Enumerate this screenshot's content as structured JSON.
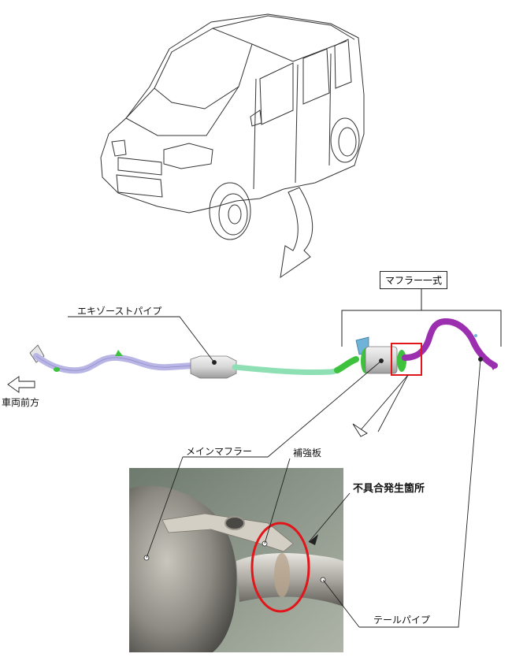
{
  "labels": {
    "muffler_assembly": "マフラー一式",
    "exhaust_pipe": "エキゾーストパイプ",
    "vehicle_front": "車両前方",
    "main_muffler": "メインマフラー",
    "reinforcement_plate": "補強板",
    "defect_location": "不具合発生箇所",
    "tail_pipe": "テールパイプ"
  },
  "colors": {
    "exhaust_pipe": "#b9b6e6",
    "center_pipe": "#8ee0b4",
    "green_joint": "#3ec23e",
    "muffler_body": "#d9d9d9",
    "tail_pipe": "#9b2fb0",
    "highlight": "#e0161b"
  }
}
